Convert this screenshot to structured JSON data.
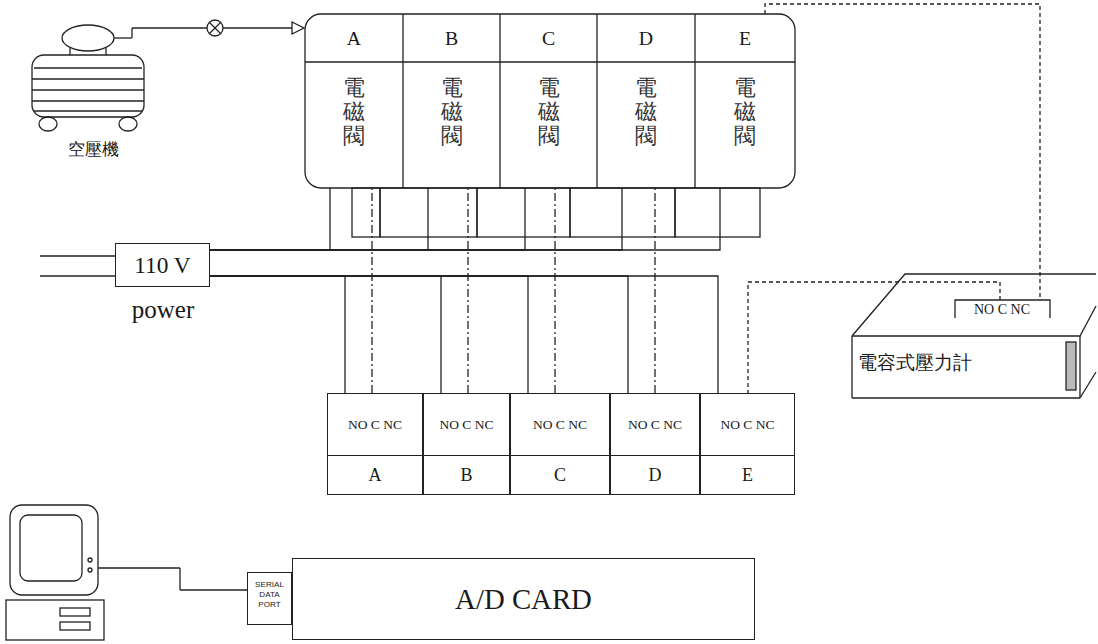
{
  "diagram": {
    "nodes": [
      {
        "text": [
          "A",
          "電磁閥"
        ]
      },
      {
        "text": [
          "B",
          "電磁閥"
        ]
      },
      {
        "text": [
          "C",
          "電磁閥"
        ]
      },
      {
        "text": [
          "D",
          "電磁閥"
        ]
      },
      {
        "text": [
          "E",
          "電磁閥"
        ]
      },
      {
        "text": [
          "110 V"
        ]
      },
      {
        "text": [
          "NO C NC",
          "A"
        ]
      },
      {
        "text": [
          "NO C NC",
          "B"
        ]
      },
      {
        "text": [
          "NO C NC",
          "C"
        ]
      },
      {
        "text": [
          "NO C NC",
          "D"
        ]
      },
      {
        "text": [
          "NO C NC",
          "E"
        ]
      },
      {
        "text": [
          "NO C NC",
          "電容式壓力計"
        ]
      },
      {
        "text": [
          "A/D CARD"
        ]
      },
      {
        "text": [
          "SERIAL DATA PORT"
        ]
      }
    ],
    "edges": [
      {
        "from": 5,
        "to": 0,
        "arrow": "none"
      },
      {
        "from": 5,
        "to": 1,
        "arrow": "none"
      },
      {
        "from": 5,
        "to": 2,
        "arrow": "none"
      },
      {
        "from": 5,
        "to": 3,
        "arrow": "none"
      },
      {
        "from": 5,
        "to": 4,
        "arrow": "none"
      },
      {
        "from": 5,
        "to": 6,
        "arrow": "none"
      },
      {
        "from": 5,
        "to": 7,
        "arrow": "none"
      },
      {
        "from": 5,
        "to": 8,
        "arrow": "none"
      },
      {
        "from": 5,
        "to": 9,
        "arrow": "none"
      },
      {
        "from": 5,
        "to": 10,
        "arrow": "none"
      },
      {
        "from": 6,
        "to": 0,
        "arrow": "none"
      },
      {
        "from": 7,
        "to": 1,
        "arrow": "none"
      },
      {
        "from": 8,
        "to": 2,
        "arrow": "none"
      },
      {
        "from": 9,
        "to": 3,
        "arrow": "none"
      },
      {
        "from": 4,
        "to": 11,
        "arrow": "none"
      },
      {
        "from": 11,
        "to": 10,
        "arrow": "none"
      }
    ],
    "labels": [
      "空壓機",
      "power"
    ]
  }
}
